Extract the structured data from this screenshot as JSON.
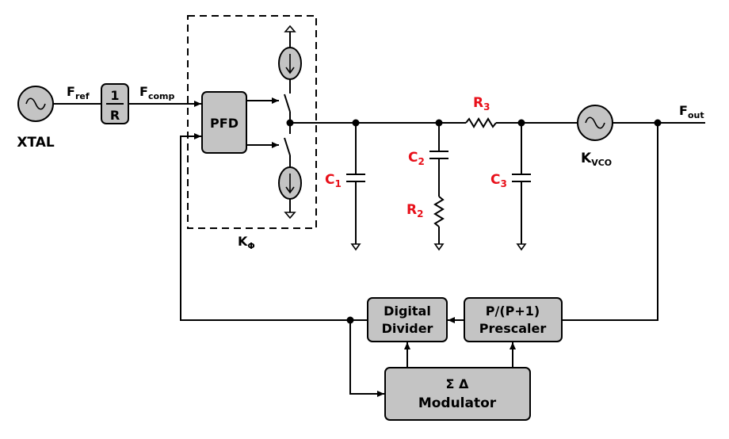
{
  "labels": {
    "xtal": "XTAL",
    "fref_main": "F",
    "fref_sub": "ref",
    "divider_num": "1",
    "divider_den": "R",
    "fcomp_main": "F",
    "fcomp_sub": "comp",
    "pfd": "PFD",
    "kphi_main": "K",
    "kphi_sub": "Φ",
    "c1_main": "C",
    "c1_sub": "1",
    "c2_main": "C",
    "c2_sub": "2",
    "r2_main": "R",
    "r2_sub": "2",
    "r3_main": "R",
    "r3_sub": "3",
    "c3_main": "C",
    "c3_sub": "3",
    "kvco_main": "K",
    "kvco_sub": "VCO",
    "fout_main": "F",
    "fout_sub": "out",
    "digital_divider_line1": "Digital",
    "digital_divider_line2": "Divider",
    "prescaler_line1": "P/(P+1)",
    "prescaler_line2": "Prescaler",
    "modulator_line1": "Σ Δ",
    "modulator_line2": "Modulator"
  },
  "colors": {
    "block_fill": "#c4c4c4",
    "component_label": "#e8101a",
    "line": "#000000"
  }
}
